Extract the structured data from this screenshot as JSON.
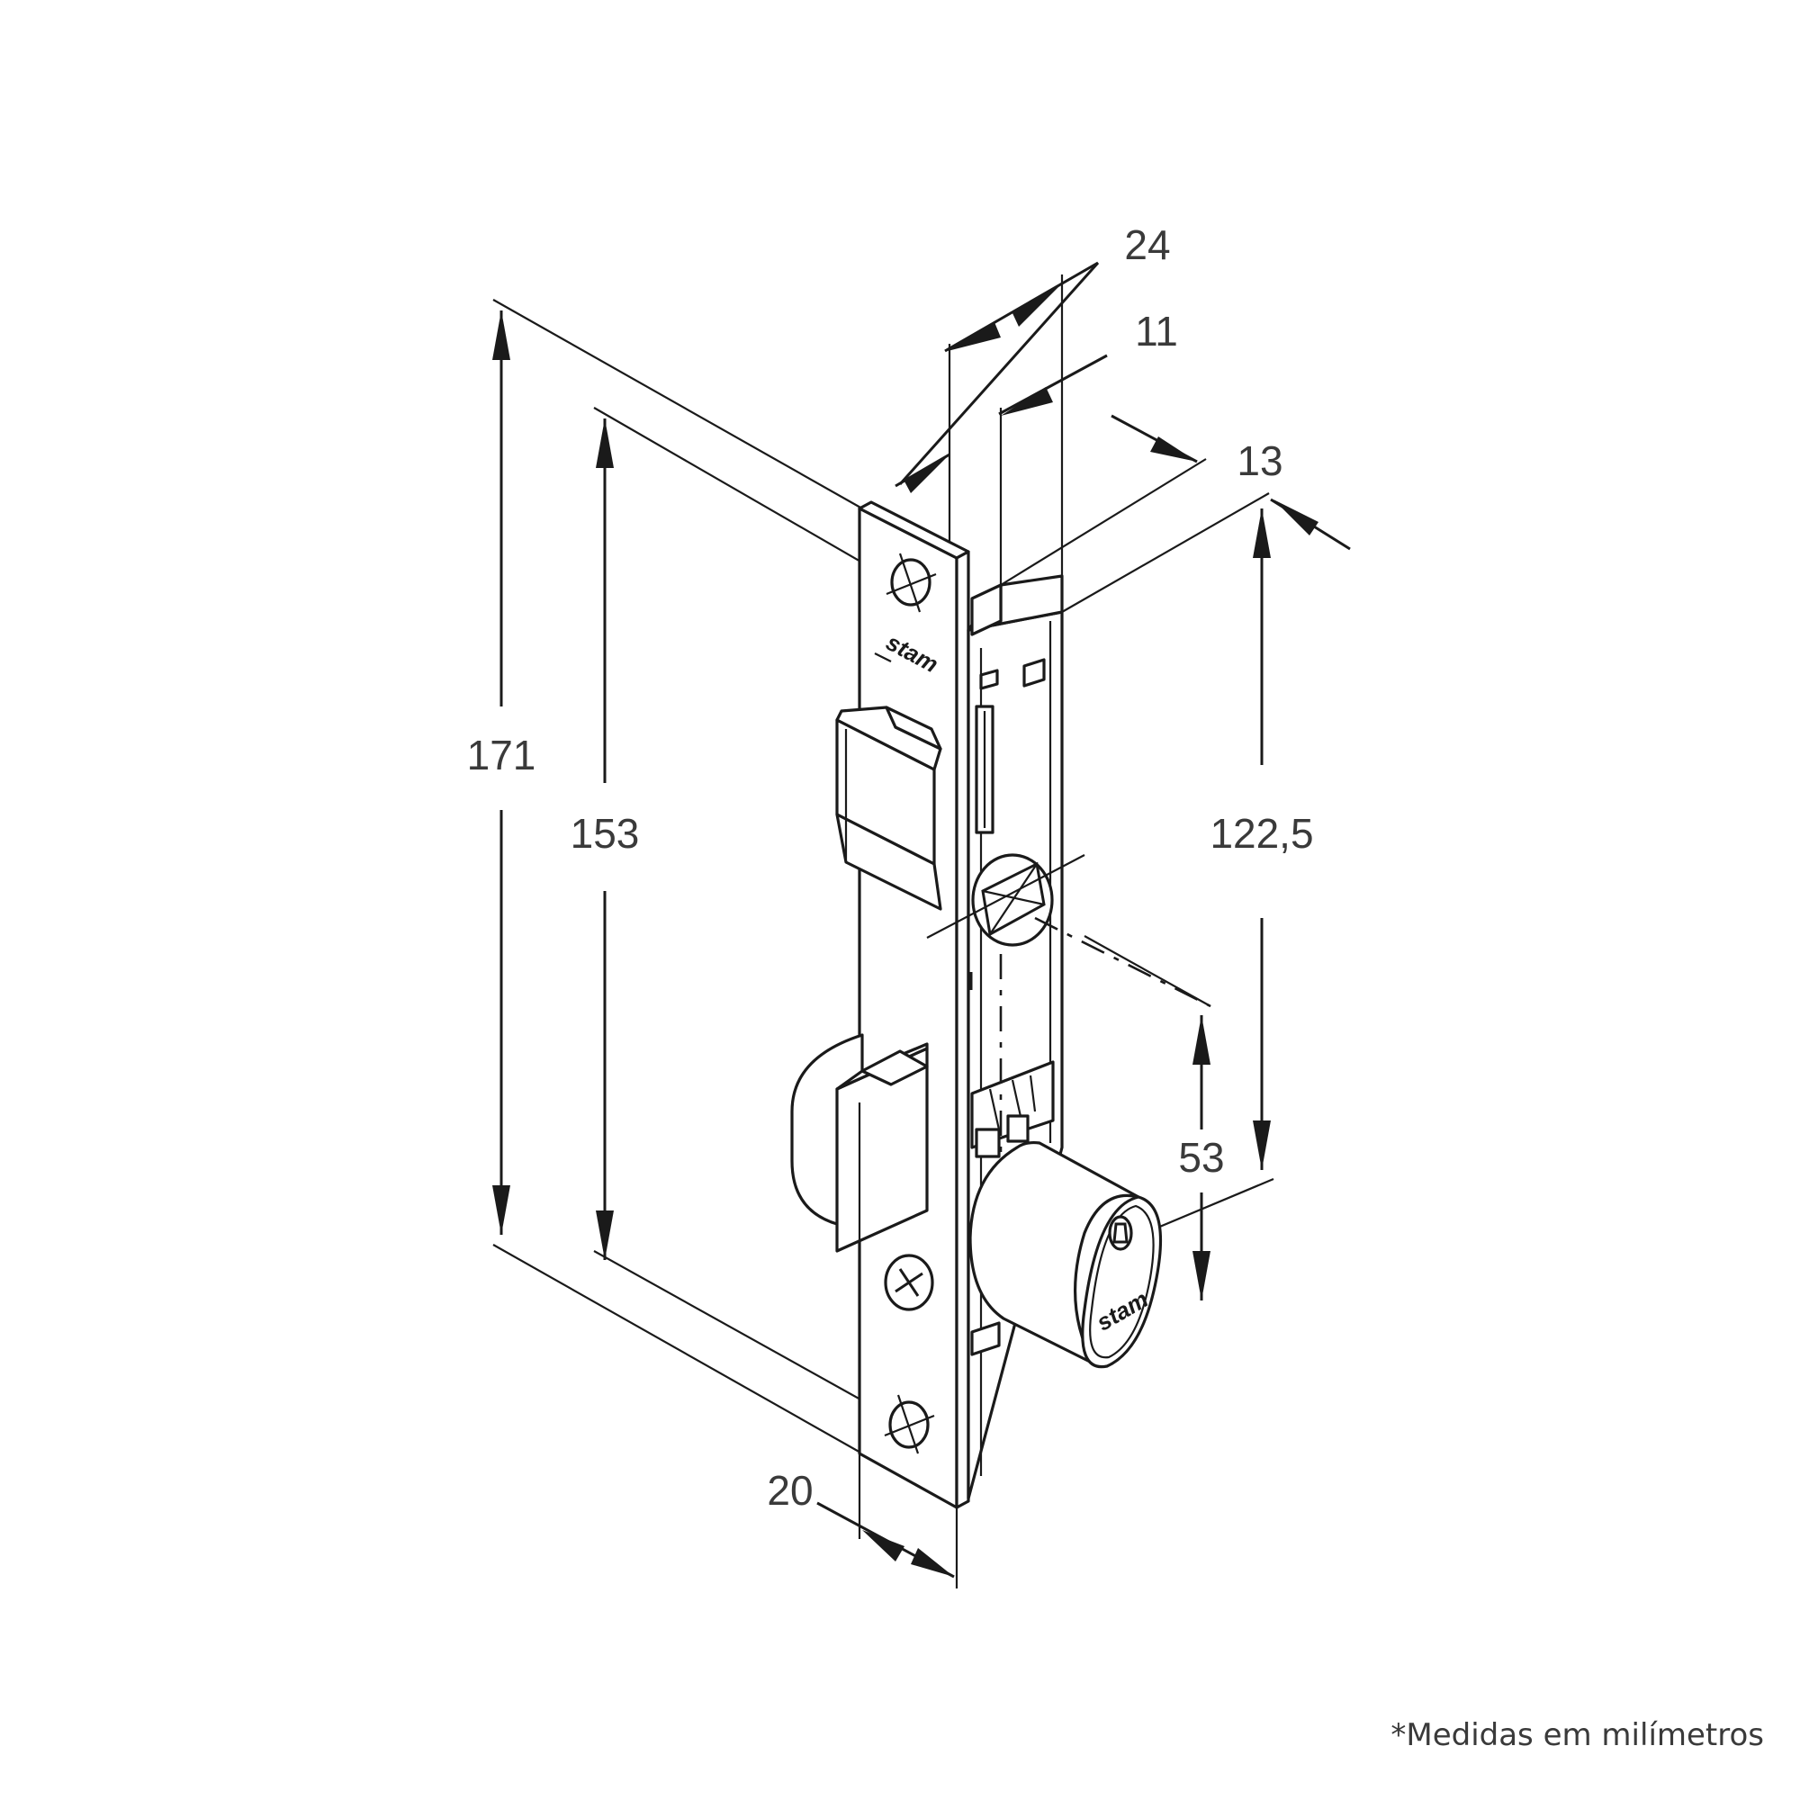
{
  "dimensions": {
    "total_height": "171",
    "screw_spacing": "153",
    "cylinder_height": "122,5",
    "cylinder_offset": "53",
    "plate_width": "20",
    "body_depth": "24",
    "backset": "11",
    "side_offset": "13"
  },
  "logo": {
    "brand": "stam"
  },
  "footnote": "*Medidas em milímetros",
  "colors": {
    "line": "#1a1a1a",
    "text": "#3a3a3a",
    "background": "#ffffff"
  },
  "icons": [
    "phillips-screw-icon",
    "slotted-screw-hole-icon",
    "keyhole-icon"
  ]
}
